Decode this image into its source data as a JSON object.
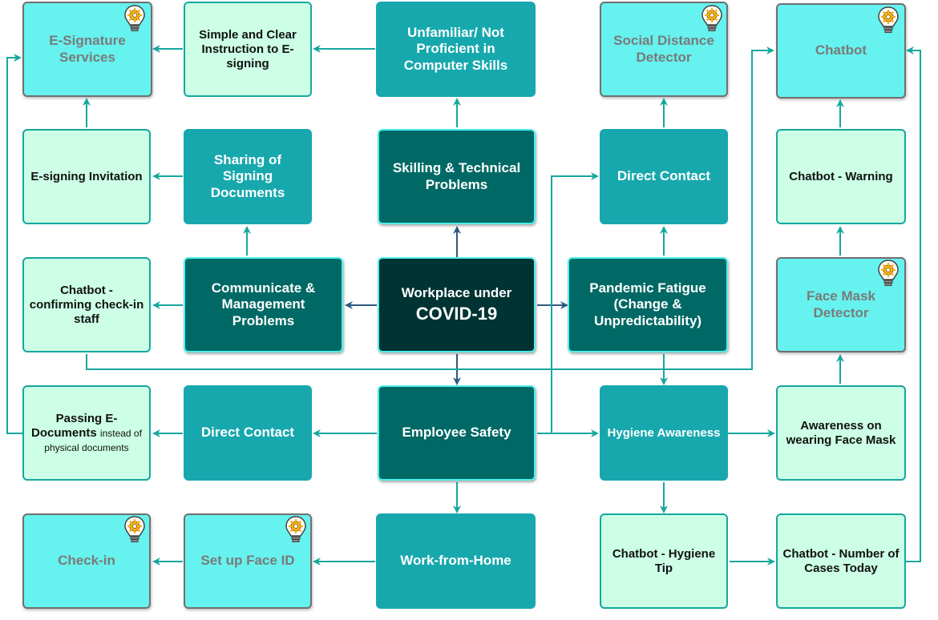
{
  "diagram": {
    "center": {
      "line1": "Workplace under",
      "line2": "COVID-19"
    },
    "skilling": "Skilling & Technical Problems",
    "unfamiliar": "Unfamiliar/ Not Proficient in Computer Skills",
    "simple_instruction": "Simple and Clear Instruction to E-signing",
    "esignature": "E-Signature Services",
    "esign_invitation": "E-signing Invitation",
    "sharing_docs": "Sharing of Signing Documents",
    "communicate": "Communicate & Management Problems",
    "chatbot_confirm": "Chatbot - confirming check-in staff",
    "pandemic": "Pandemic Fatigue (Change & Unpredictability)",
    "direct_contact_right": "Direct Contact",
    "social_distance": "Social Distance Detector",
    "chatbot": "Chatbot",
    "chatbot_warning": "Chatbot - Warning",
    "face_mask_detector": "Face Mask Detector",
    "employee_safety": "Employee Safety",
    "direct_contact_left": "Direct Contact",
    "passing_docs": {
      "main": "Passing E-Documents",
      "small": "instead of physical documents"
    },
    "hygiene": "Hygiene Awareness",
    "awareness_mask": "Awareness on wearing Face Mask",
    "wfh": "Work-from-Home",
    "faceid": "Set up Face ID",
    "checkin": "Check-in",
    "chatbot_hygiene": "Chatbot - Hygiene Tip",
    "chatbot_cases": "Chatbot - Number of Cases Today"
  },
  "legend_icon": "lightbulb-gear-icon",
  "colors": {
    "light": "#ccffe6",
    "mid": "#17a8ae",
    "dark": "#006965",
    "center": "#003333",
    "ai": "#66f2ee",
    "wire_teal": "#16a79f",
    "wire_navy": "#2e5a80"
  }
}
